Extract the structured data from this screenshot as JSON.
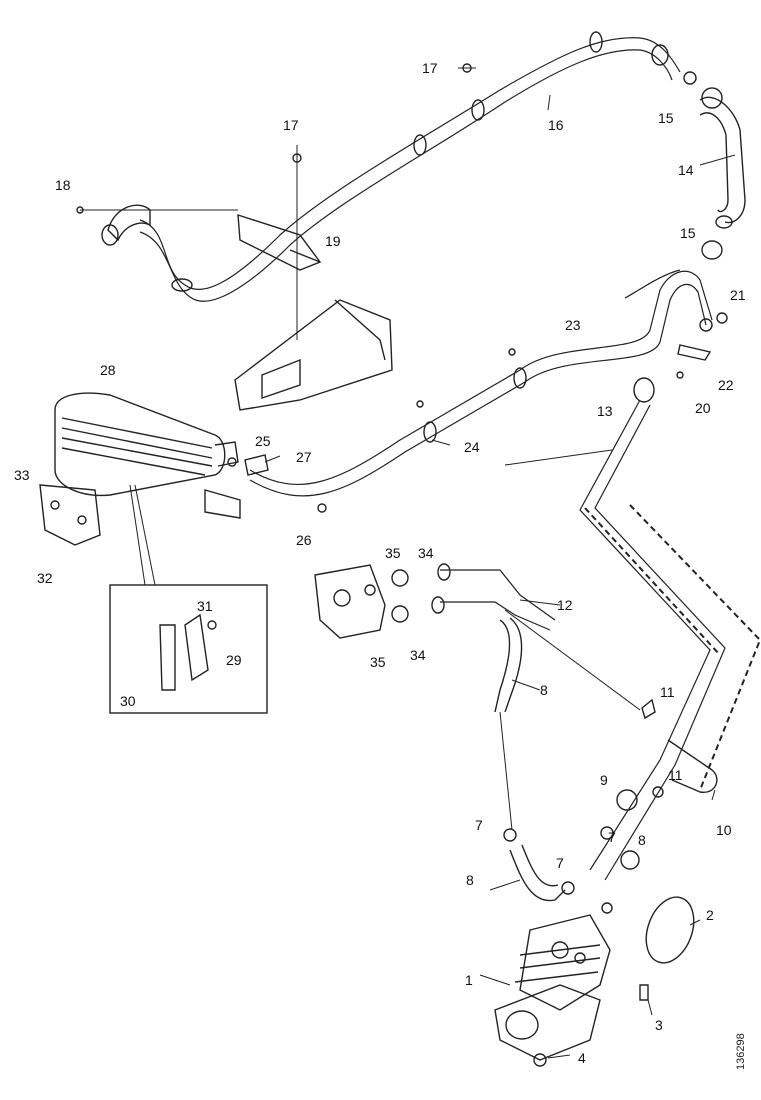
{
  "labels": [
    "1",
    "2",
    "3",
    "4",
    "7",
    "7",
    "7",
    "8",
    "8",
    "8",
    "9",
    "10",
    "11",
    "11",
    "12",
    "13",
    "14",
    "15",
    "15",
    "16",
    "17",
    "17",
    "18",
    "19",
    "20",
    "21",
    "22",
    "23",
    "24",
    "25",
    "26",
    "27",
    "28",
    "29",
    "30",
    "31",
    "32",
    "33",
    "34",
    "34",
    "35",
    "35"
  ],
  "drawing_code": "136298"
}
